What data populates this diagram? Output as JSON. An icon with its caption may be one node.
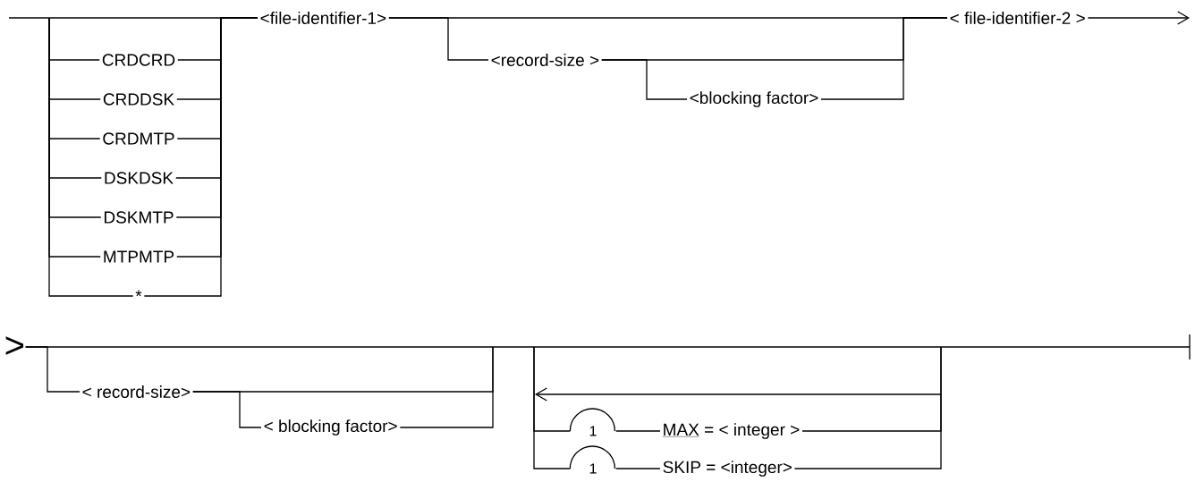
{
  "diagram": {
    "nodes": [
      {
        "text": [
          "CRDCRD"
        ]
      },
      {
        "text": [
          "CRDDSK"
        ]
      },
      {
        "text": [
          "CRDMTP"
        ]
      },
      {
        "text": [
          "DSKDSK"
        ]
      },
      {
        "text": [
          "DSKMTP"
        ]
      },
      {
        "text": [
          "MTPMTP"
        ]
      },
      {
        "text": [
          "*"
        ]
      },
      {
        "text": [
          "<file-identifier-1>"
        ]
      },
      {
        "text": [
          "<record-size >"
        ]
      },
      {
        "text": [
          "<blocking factor>"
        ]
      },
      {
        "text": [
          "< file-identifier-2 >"
        ]
      },
      {
        "text": [
          ">"
        ]
      },
      {
        "text": [
          "< record-size>"
        ]
      },
      {
        "text": [
          "< blocking factor>"
        ]
      },
      {
        "text": [
          "1"
        ]
      },
      {
        "text": [
          "MAX",
          "= < integer >"
        ]
      },
      {
        "text": [
          "1"
        ]
      },
      {
        "text": [
          "SKIP = <integer>"
        ]
      }
    ],
    "edges": [
      {
        "from": null,
        "to": 7,
        "arrow": "none"
      },
      {
        "from": null,
        "to": 0,
        "arrow": "none"
      },
      {
        "from": null,
        "to": 1,
        "arrow": "none"
      },
      {
        "from": null,
        "to": 2,
        "arrow": "none"
      },
      {
        "from": null,
        "to": 3,
        "arrow": "none"
      },
      {
        "from": null,
        "to": 4,
        "arrow": "none"
      },
      {
        "from": null,
        "to": 5,
        "arrow": "none"
      },
      {
        "from": null,
        "to": 6,
        "arrow": "none"
      },
      {
        "from": 0,
        "to": 7,
        "arrow": "none"
      },
      {
        "from": 1,
        "to": 7,
        "arrow": "none"
      },
      {
        "from": 2,
        "to": 7,
        "arrow": "none"
      },
      {
        "from": 3,
        "to": 7,
        "arrow": "none"
      },
      {
        "from": 4,
        "to": 7,
        "arrow": "none"
      },
      {
        "from": 5,
        "to": 7,
        "arrow": "none"
      },
      {
        "from": 6,
        "to": 7,
        "arrow": "none"
      },
      {
        "from": 7,
        "to": 10,
        "arrow": "none"
      },
      {
        "from": 7,
        "to": 8,
        "arrow": "none"
      },
      {
        "from": 8,
        "to": 10,
        "arrow": "none"
      },
      {
        "from": 8,
        "to": 9,
        "arrow": "none"
      },
      {
        "from": 9,
        "to": 10,
        "arrow": "none"
      },
      {
        "from": 10,
        "to": null,
        "arrow": "to"
      },
      {
        "from": 11,
        "to": null,
        "arrow": "none"
      },
      {
        "from": 11,
        "to": 12,
        "arrow": "none"
      },
      {
        "from": 12,
        "to": null,
        "arrow": "none"
      },
      {
        "from": 12,
        "to": 13,
        "arrow": "none"
      },
      {
        "from": 13,
        "to": null,
        "arrow": "none"
      },
      {
        "from": null,
        "to": 14,
        "arrow": "none"
      },
      {
        "from": 14,
        "to": 15,
        "arrow": "none"
      },
      {
        "from": 15,
        "to": null,
        "arrow": "none"
      },
      {
        "from": null,
        "to": 16,
        "arrow": "none"
      },
      {
        "from": 16,
        "to": 17,
        "arrow": "none"
      },
      {
        "from": 17,
        "to": null,
        "arrow": "none"
      }
    ]
  }
}
